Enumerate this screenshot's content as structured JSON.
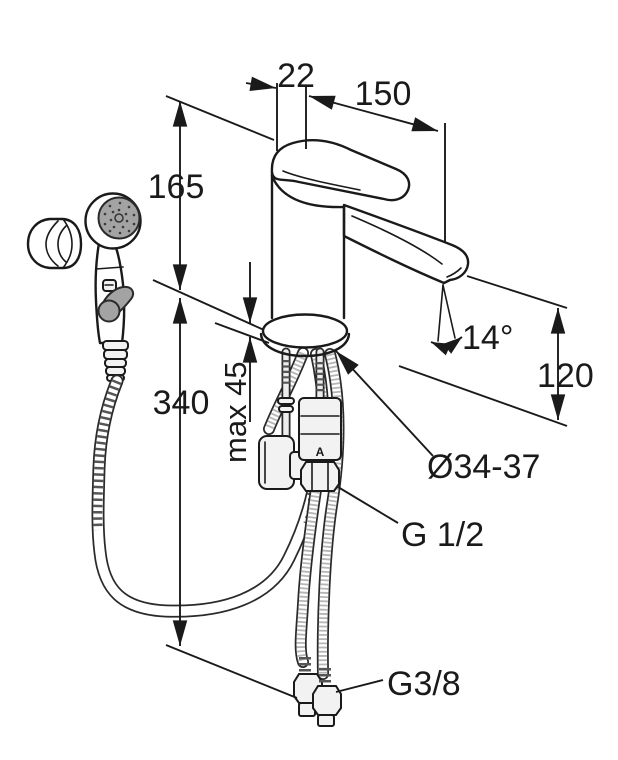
{
  "figure": {
    "kind": "technical installation drawing",
    "subject": "single-lever basin mixer with hand shower and supply hoses",
    "colors": {
      "line": "#1a1a1a",
      "gray": "#a3a3a3",
      "fitting": "#f2f2f2",
      "background": "#ffffff"
    },
    "labels": {
      "lever_width": "22",
      "spout_reach": "150",
      "total_height": "165",
      "hose_length": "340",
      "deck_thickness": "max 45",
      "spout_angle": "14°",
      "outlet_height": "120",
      "hole_diameter": "Ø34-37",
      "shower_thread": "G 1/2",
      "supply_thread": "G3/8",
      "valve_marker": "A"
    }
  }
}
